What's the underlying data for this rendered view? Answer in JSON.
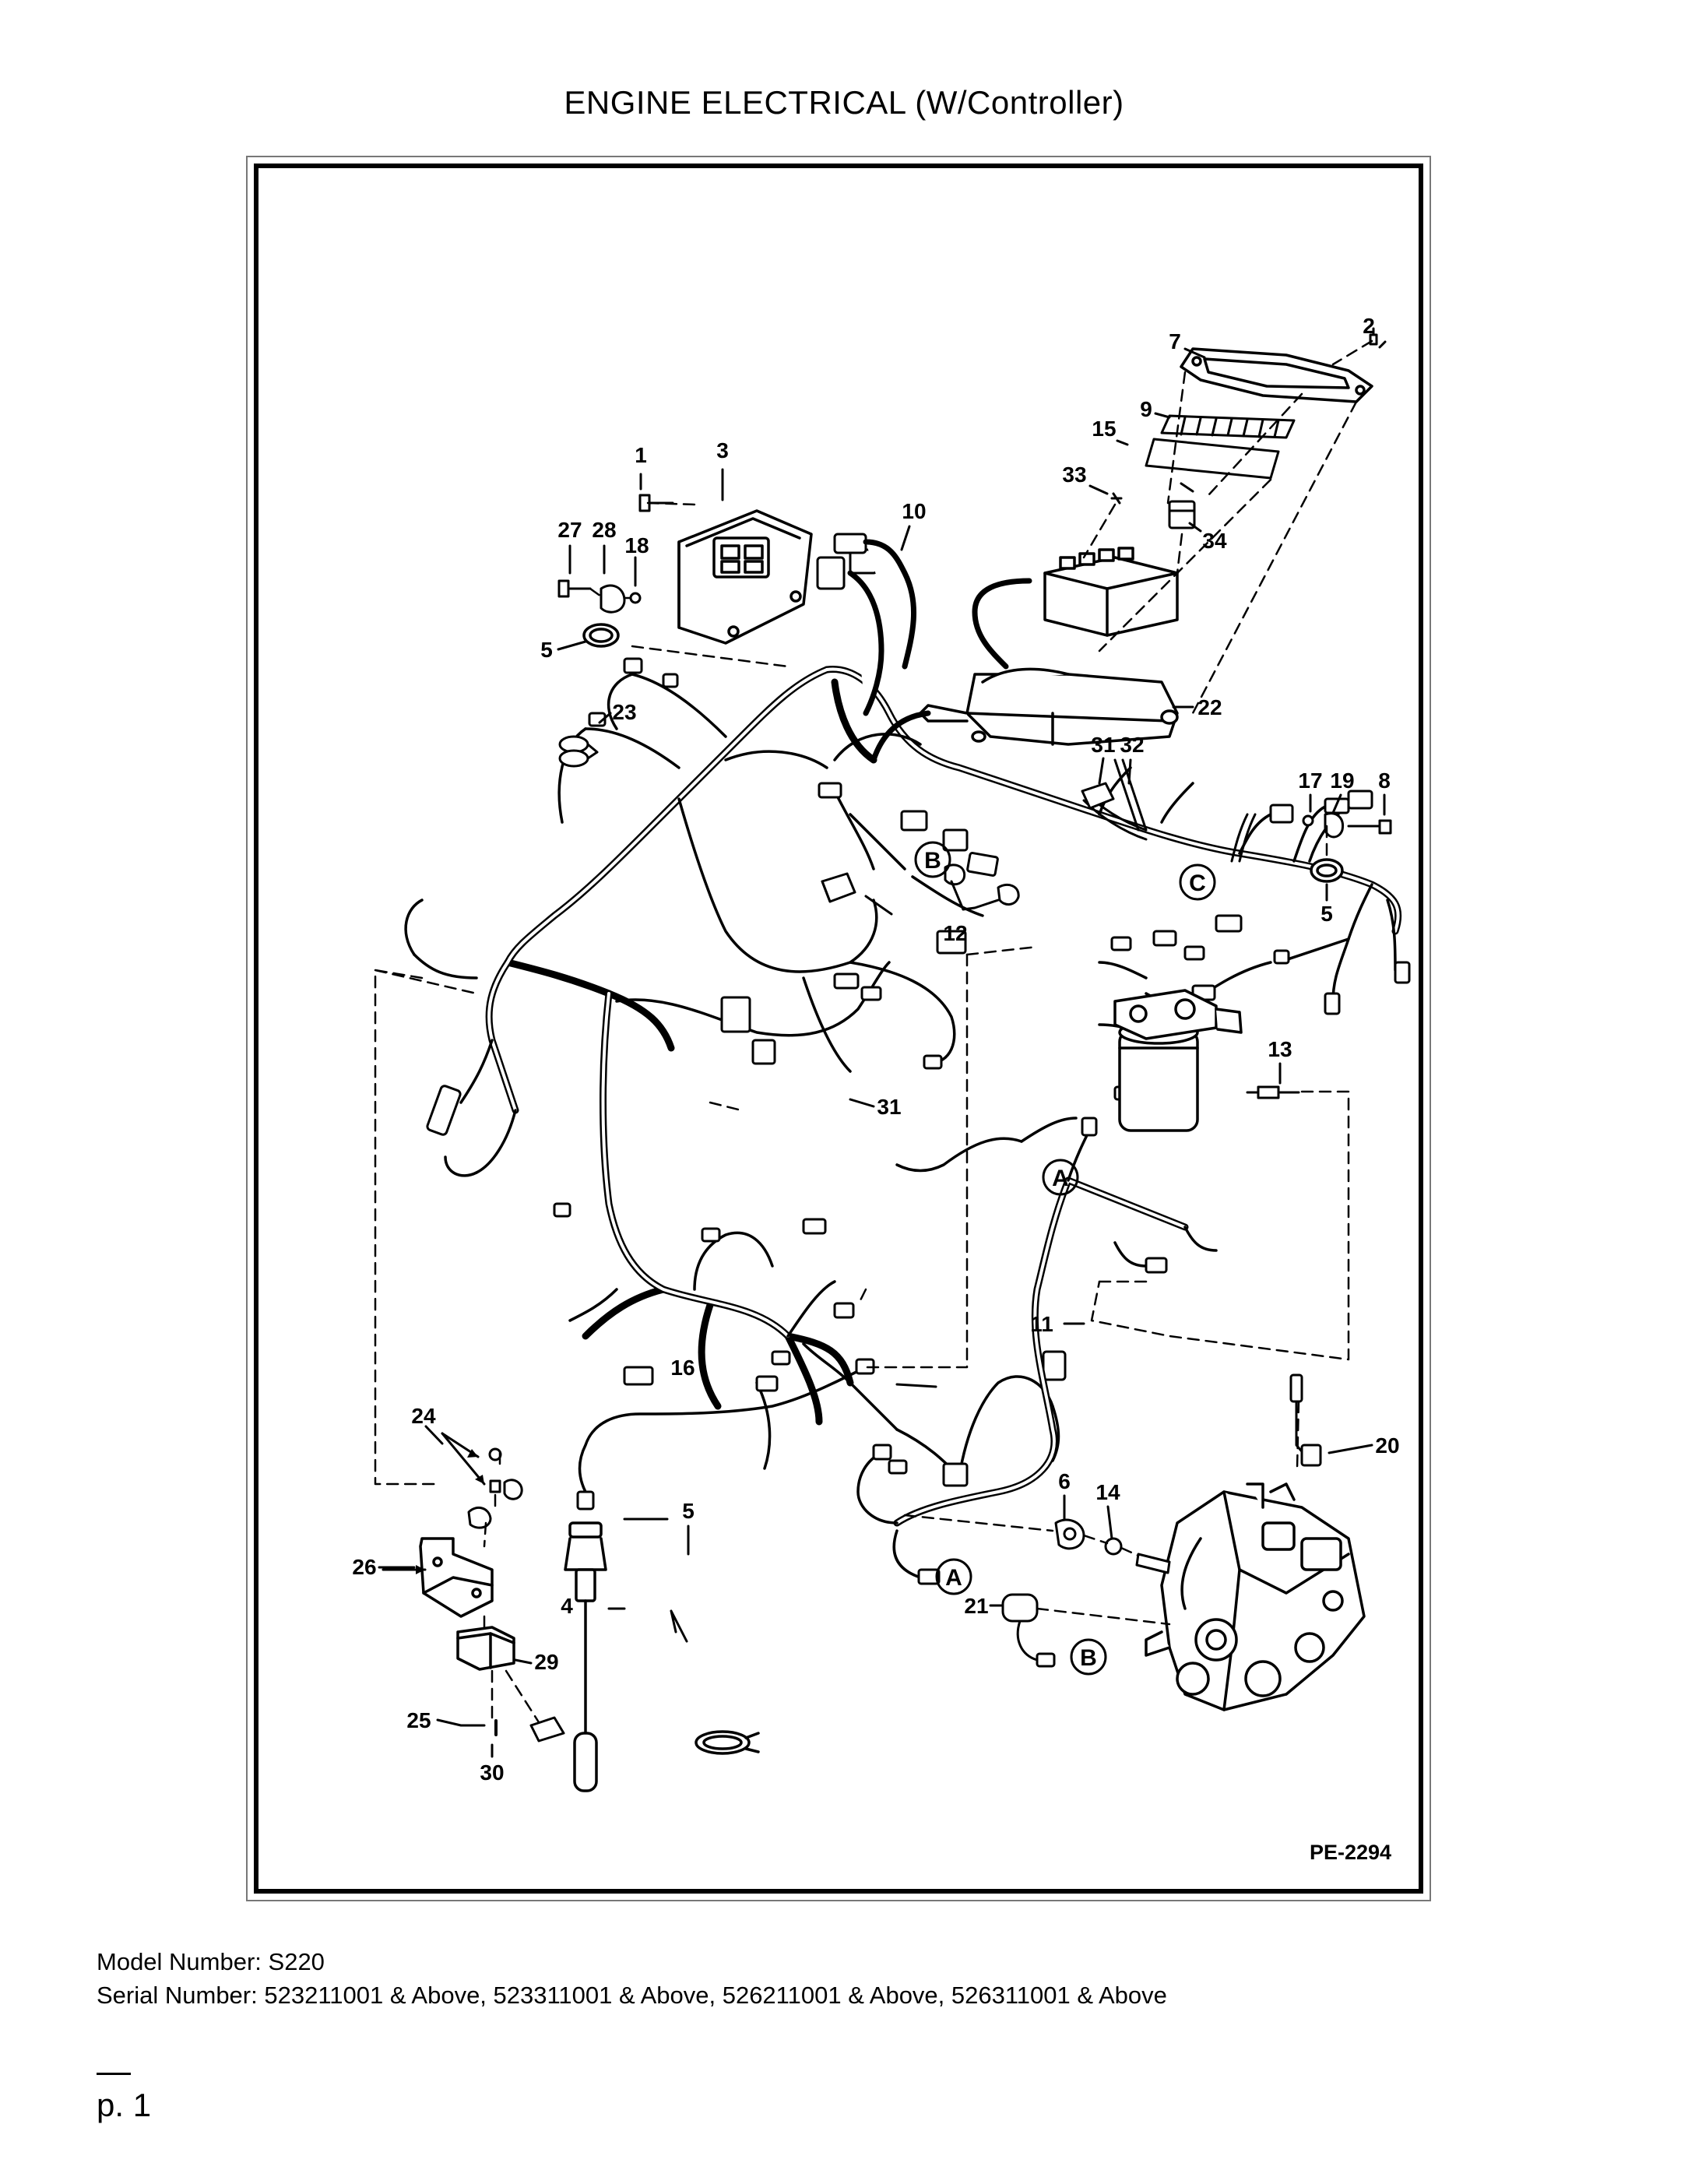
{
  "title": "ENGINE ELECTRICAL (W/Controller)",
  "figure_id": "PE-2294",
  "callouts": [
    "1",
    "2",
    "3",
    "4",
    "5",
    "5",
    "5",
    "6",
    "7",
    "8",
    "9",
    "10",
    "11",
    "12",
    "13",
    "14",
    "15",
    "16",
    "17",
    "18",
    "19",
    "20",
    "21",
    "22",
    "23",
    "24",
    "25",
    "26",
    "27",
    "28",
    "29",
    "30",
    "31",
    "31",
    "32",
    "33",
    "34"
  ],
  "connector_labels": [
    "A",
    "A",
    "B",
    "B",
    "C"
  ],
  "footer": {
    "model": "Model Number: S220",
    "serial": "Serial Number: 523211001 & Above, 523311001 & Above, 526211001 & Above, 526311001 & Above"
  },
  "page": "p. 1"
}
